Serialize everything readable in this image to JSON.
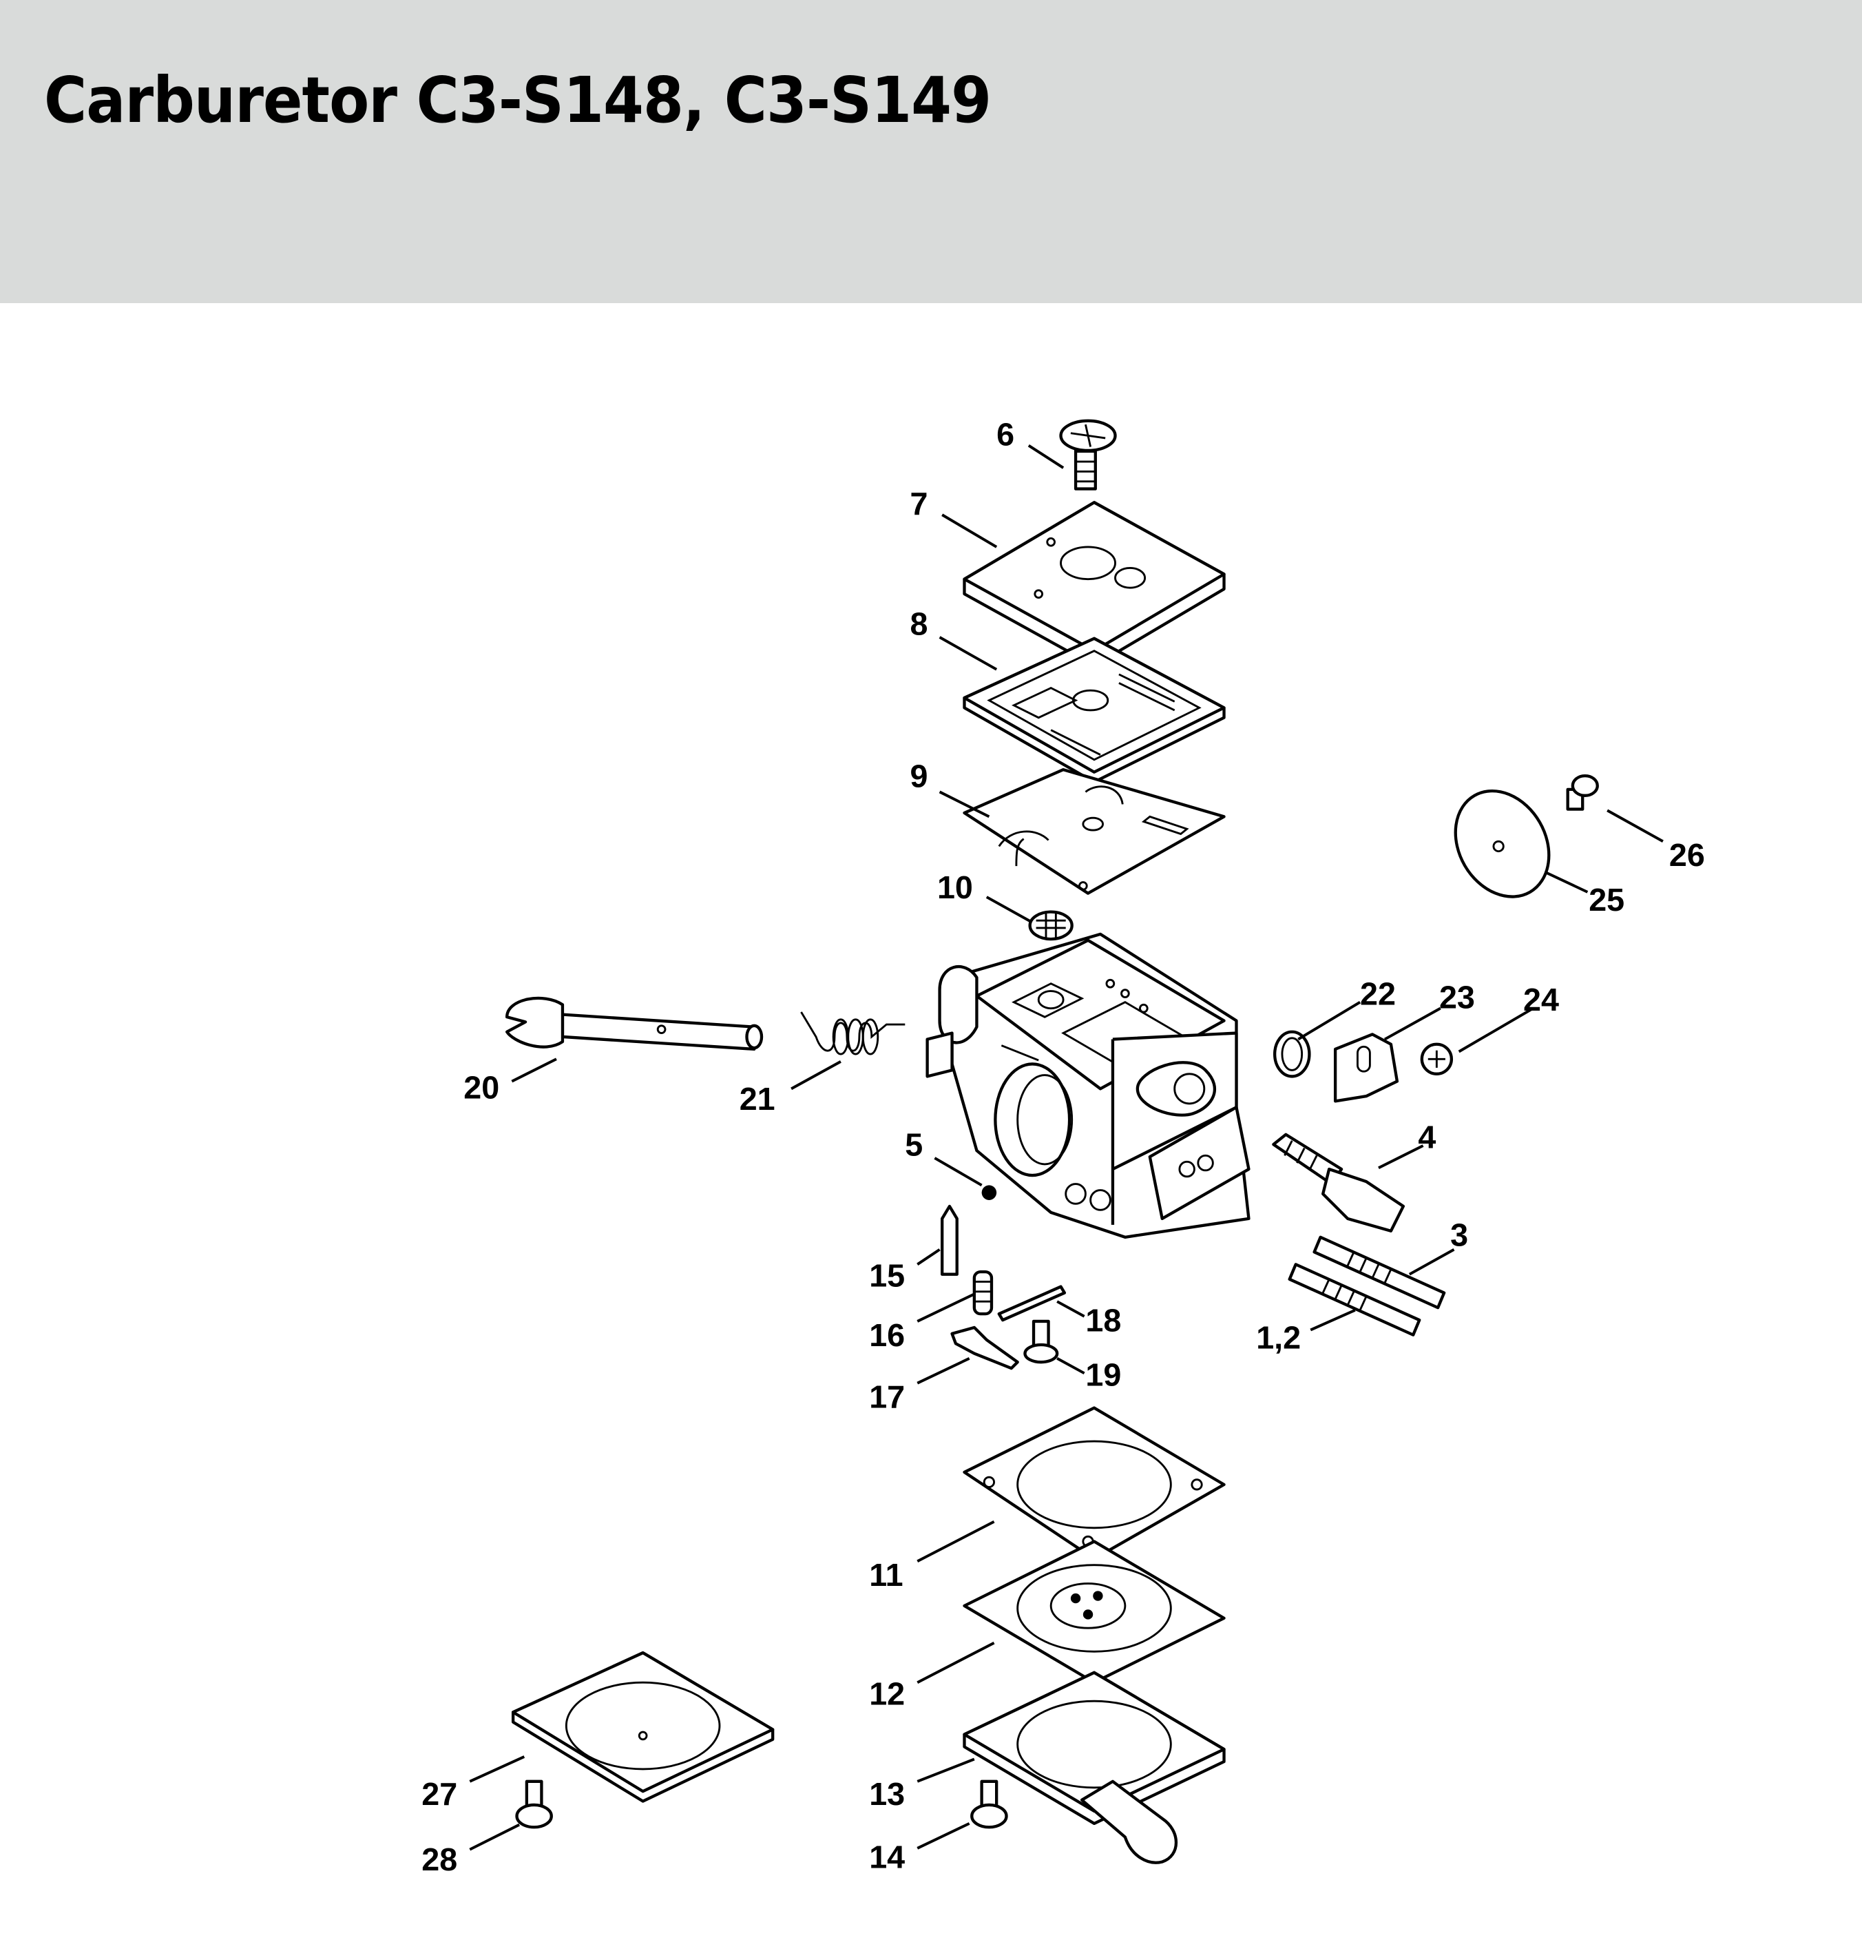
{
  "header": {
    "title": "Carburetor C3-S148, C3-S149"
  },
  "callouts": {
    "c6": "6",
    "c7": "7",
    "c8": "8",
    "c9": "9",
    "c10": "10",
    "c26": "26",
    "c25": "25",
    "c22": "22",
    "c23": "23",
    "c24": "24",
    "c20": "20",
    "c21": "21",
    "c5": "5",
    "c4": "4",
    "c3": "3",
    "c12a": "1,2",
    "c15": "15",
    "c16": "16",
    "c18": "18",
    "c19": "19",
    "c17": "17",
    "c11": "11",
    "c12": "12",
    "c13": "13",
    "c14": "14",
    "c27": "27",
    "c28": "28"
  },
  "colors": {
    "header_bg": "#d9dbda",
    "ink": "#000000"
  }
}
